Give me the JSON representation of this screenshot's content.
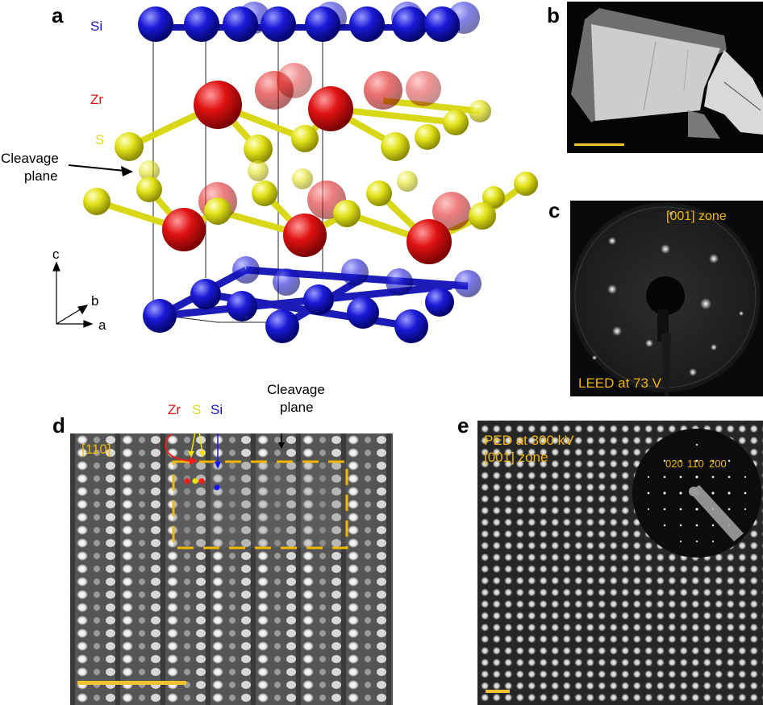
{
  "panels": {
    "a": {
      "label": "a",
      "atom_si": "Si",
      "atom_zr": "Zr",
      "atom_s": "S",
      "cleavage_line1": "Cleavage",
      "cleavage_line2": "plane",
      "axis_c": "c",
      "axis_b": "b",
      "axis_a": "a",
      "colors": {
        "si": "#1010c8",
        "zr": "#e01010",
        "s": "#e0e020"
      }
    },
    "b": {
      "label": "b"
    },
    "c": {
      "label": "c",
      "zone": "[001] zone",
      "leed": "LEED at 73 V"
    },
    "d": {
      "label": "d",
      "direction": "[110]",
      "atom_zr": "Zr",
      "atom_s": "S",
      "atom_si": "Si",
      "cleavage_line1": "Cleavage",
      "cleavage_line2": "plane"
    },
    "e": {
      "label": "e",
      "ped": "PED at 300 kV",
      "zone": "[001] zone",
      "spot_020": "020",
      "spot_110": "110",
      "spot_200": "200"
    }
  },
  "colors": {
    "annotation": "#f2b705",
    "scale_bar": "#f2c12e"
  }
}
